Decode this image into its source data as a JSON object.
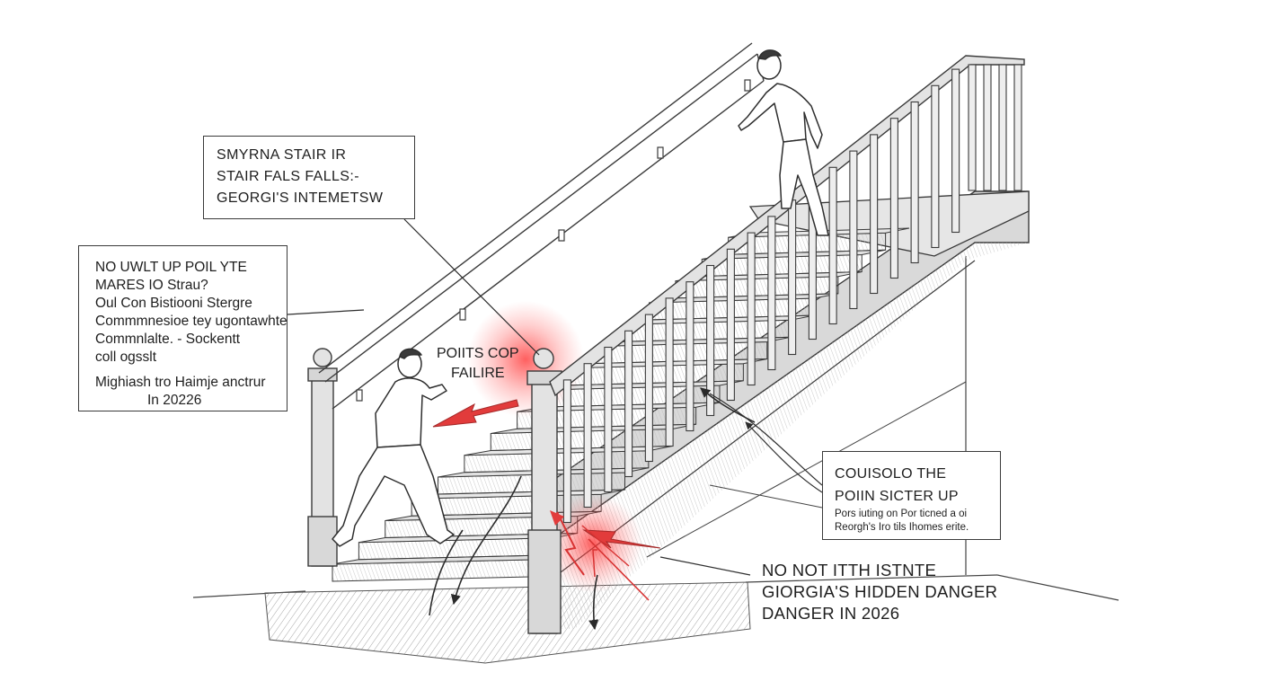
{
  "callouts": {
    "title": {
      "line1": "SMYRNA STAIR IR",
      "line2": "STAIR FALS FALLS:-",
      "line3": "GEORGI'S INTEMETSW"
    },
    "left": {
      "line1": "NO UWLT UP POIL YTE",
      "line2": "MARES IO Strau?",
      "line3": "Oul Con Bistiooni Stergre",
      "line4": "Commmnesioe tey ugontawhte",
      "line5": "Commnlalte. - Sockentt",
      "line6": "coll ogsslt",
      "line7": "Mighiash tro Haimje anctrur",
      "line8": "In 20226"
    },
    "right": {
      "line1": "COUISOLO THE",
      "line2": "POIIN SICTER UP",
      "line3": "Pors iuting on Por ticned a oi",
      "line4": "Reorgh's Iro tils Ihomes erite."
    },
    "failure": {
      "line1": "POIITS COP",
      "line2": "FAILIRE"
    },
    "danger": {
      "line1": "NO NOT ITTH ISTNTE",
      "line2": "GIORGIA'S HIDDEN DANGER",
      "line3": "DANGER  IN 2026"
    }
  },
  "colors": {
    "ink": "#3a3a3a",
    "hatch": "#9a9a9a",
    "wood_light": "#ececec",
    "wood_mid": "#dadada",
    "wood_dark": "#c4c4c4",
    "danger_red": "#e03a3a",
    "glow_red": "#ff3b3b"
  },
  "icons": [
    "warning-arrow-icon",
    "fall-arrow-icon"
  ]
}
